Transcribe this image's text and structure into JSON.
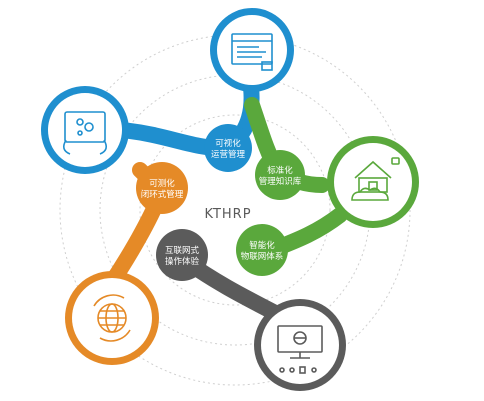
{
  "center": {
    "title": "KTHRP"
  },
  "nodes": [
    {
      "key": "visual",
      "line1": "可视化",
      "line2": "运营管理",
      "color": "#1f8fcf"
    },
    {
      "key": "standard",
      "line1": "标准化",
      "line2": "管理知识库",
      "color": "#5aa83c"
    },
    {
      "key": "smart",
      "line1": "智能化",
      "line2": "物联网体系",
      "color": "#5aa83c"
    },
    {
      "key": "interactive",
      "line1": "互联网式",
      "line2": "操作体验",
      "color": "#5b5b5b"
    },
    {
      "key": "measurable",
      "line1": "可测化",
      "line2": "闭环式管理",
      "color": "#e58a27"
    }
  ],
  "icons": {
    "top": "window-icon",
    "left": "touch-screen-icon",
    "right": "house-cloud-icon",
    "bottom_left": "globe-icon",
    "bottom_right": "monitor-icon"
  },
  "colors": {
    "blue": "#1f8fcf",
    "green": "#5aa83c",
    "orange": "#e58a27",
    "gray": "#5b5b5b"
  }
}
